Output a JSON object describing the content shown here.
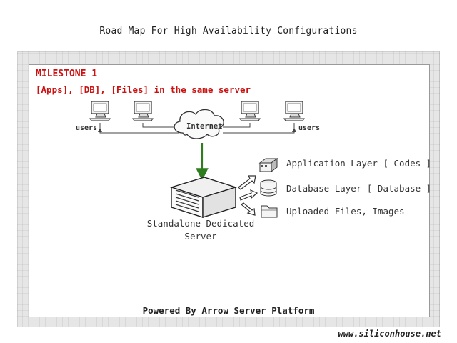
{
  "title": "Road Map For High Availability Configurations",
  "milestone": "MILESTONE 1",
  "subtitle": "[Apps], [DB], [Files] in the same server",
  "nodes": {
    "users_left": "users",
    "users_right": "users",
    "internet": "Internet",
    "server_line1": "Standalone Dedicated",
    "server_line2": "Server"
  },
  "layers": {
    "application": "Application Layer [ Codes ]",
    "database": "Database Layer [ Database ]",
    "files": "Uploaded Files, Images"
  },
  "footer": "Powered By Arrow Server Platform",
  "website": "www.siliconhouse.net",
  "colors": {
    "milestone": "#cc1111",
    "arrow_green": "#2e7d1e"
  }
}
